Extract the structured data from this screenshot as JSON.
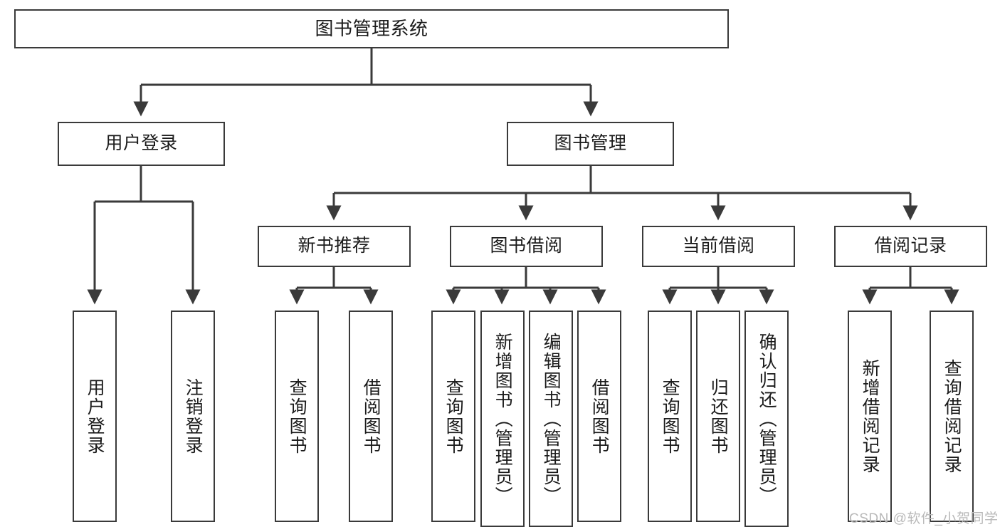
{
  "diagram": {
    "title": "图书管理系统",
    "type": "tree-hierarchy-chart",
    "watermark": "CSDN @软件_小贺同学",
    "style": {
      "box_border_color": "#3a3a3a",
      "box_fill_color": "#ffffff",
      "edge_color": "#3a3a3a",
      "text_color": "#1b1b1b",
      "watermark_color": "#b9b9b9",
      "background": "#ffffff"
    },
    "nodes": {
      "root": {
        "label": "图书管理系统",
        "orientation": "horizontal"
      },
      "level2": [
        {
          "label": "用户登录",
          "orientation": "horizontal"
        },
        {
          "label": "图书管理",
          "orientation": "horizontal"
        }
      ],
      "level3": [
        {
          "label": "新书推荐",
          "orientation": "horizontal"
        },
        {
          "label": "图书借阅",
          "orientation": "horizontal"
        },
        {
          "label": "当前借阅",
          "orientation": "horizontal"
        },
        {
          "label": "借阅记录",
          "orientation": "horizontal"
        }
      ],
      "leaves": [
        {
          "label": "用户登录",
          "orientation": "vertical",
          "parent": "用户登录"
        },
        {
          "label": "注销登录",
          "orientation": "vertical",
          "parent": "用户登录"
        },
        {
          "label": "查询图书",
          "orientation": "vertical",
          "parent": "新书推荐"
        },
        {
          "label": "借阅图书",
          "orientation": "vertical",
          "parent": "新书推荐"
        },
        {
          "label": "查询图书",
          "orientation": "vertical",
          "parent": "图书借阅"
        },
        {
          "label": "新增图书（管理员）",
          "orientation": "vertical",
          "parent": "图书借阅"
        },
        {
          "label": "编辑图书（管理员）",
          "orientation": "vertical",
          "parent": "图书借阅"
        },
        {
          "label": "借阅图书",
          "orientation": "vertical",
          "parent": "图书借阅"
        },
        {
          "label": "查询图书",
          "orientation": "vertical",
          "parent": "当前借阅"
        },
        {
          "label": "归还图书",
          "orientation": "vertical",
          "parent": "当前借阅"
        },
        {
          "label": "确认归还（管理员）",
          "orientation": "vertical",
          "parent": "当前借阅"
        },
        {
          "label": "新增借阅记录",
          "orientation": "vertical",
          "parent": "借阅记录"
        },
        {
          "label": "查询借阅记录",
          "orientation": "vertical",
          "parent": "借阅记录"
        }
      ]
    }
  }
}
